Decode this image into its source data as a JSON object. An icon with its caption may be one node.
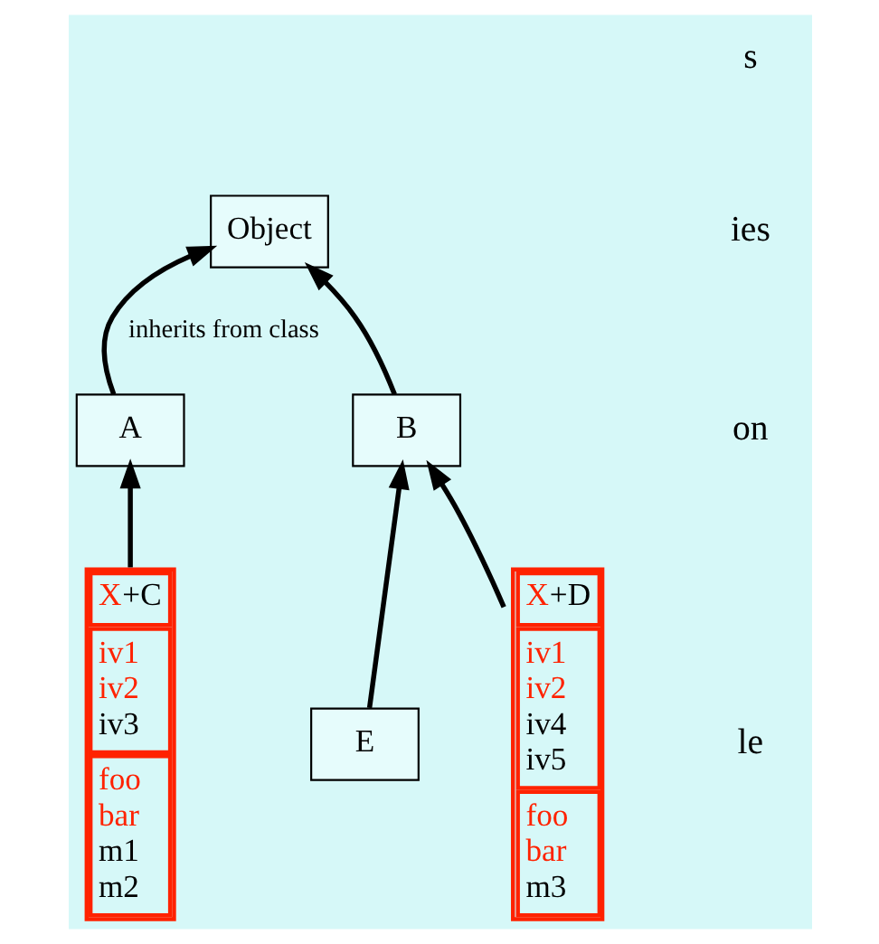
{
  "diagram": {
    "nodes": [
      {
        "text": [
          "Object"
        ]
      },
      {
        "text": [
          "A"
        ]
      },
      {
        "text": [
          "B"
        ]
      },
      {
        "text": [
          "E"
        ]
      },
      {
        "text": [
          "X+C",
          "iv1 iv2 iv3",
          "foo bar m1 m2"
        ]
      },
      {
        "text": [
          "X+D",
          "iv1 iv2 iv4 iv5",
          "foo bar m3"
        ]
      }
    ],
    "edges": [
      {
        "from": 1,
        "to": 0,
        "arrow": "to",
        "label": "inherits from class"
      },
      {
        "from": 2,
        "to": 0,
        "arrow": "to"
      },
      {
        "from": 3,
        "to": 2,
        "arrow": "to"
      },
      {
        "from": 4,
        "to": 1,
        "arrow": "to"
      },
      {
        "from": 5,
        "to": 2,
        "arrow": "to"
      }
    ],
    "labels": [
      "s",
      "ies",
      "on",
      "le"
    ]
  }
}
